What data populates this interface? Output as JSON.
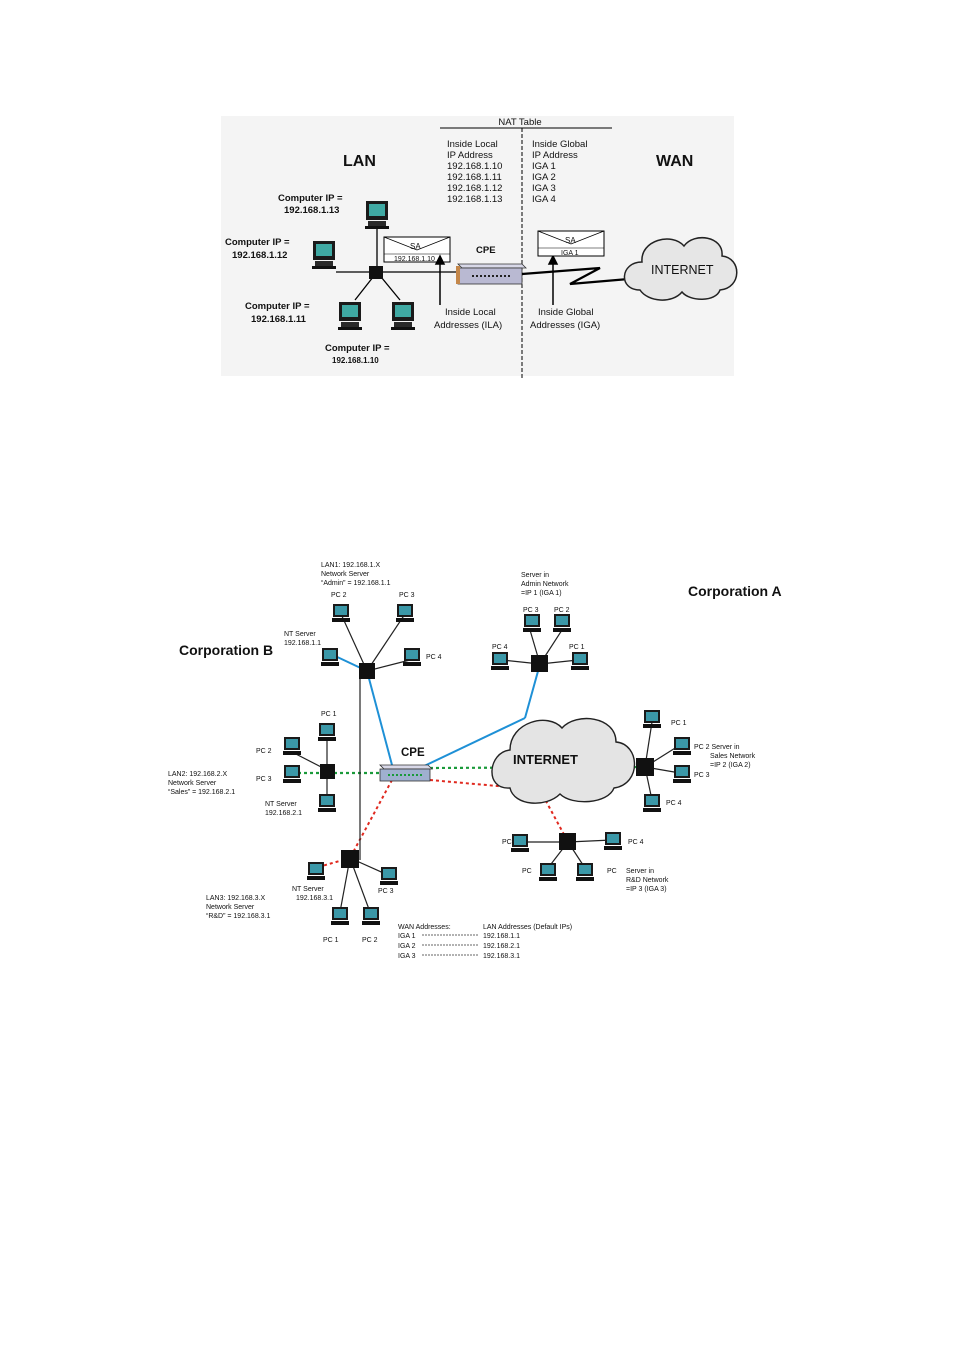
{
  "figure1": {
    "nat_table_title": "NAT Table",
    "lan_label": "LAN",
    "wan_label": "WAN",
    "ila_col": [
      "Inside Local",
      "IP Address",
      "192.168.1.10",
      "192.168.1.11",
      "192.168.1.12",
      "192.168.1.13"
    ],
    "iga_col": [
      "Inside Global",
      "IP Address",
      "IGA 1",
      "IGA 2",
      "IGA 3",
      "IGA 4"
    ],
    "computers": [
      {
        "label": "Computer IP =",
        "ip": "192.168.1.13"
      },
      {
        "label": "Computer IP =",
        "ip": "192.168.1.12"
      },
      {
        "label": "Computer IP =",
        "ip": "192.168.1.11"
      },
      {
        "label": "Computer IP =",
        "ip": "192.168.1.10"
      }
    ],
    "packet_left": {
      "sa": "SA",
      "addr": "192.168.1.10"
    },
    "packet_right": {
      "sa": "SA",
      "addr": "IGA 1"
    },
    "cpe_label": "CPE",
    "internet_label": "INTERNET",
    "ila_caption": [
      "Inside Local",
      "Addresses (ILA)"
    ],
    "iga_caption": [
      "Inside Global",
      "Addresses (IGA)"
    ]
  },
  "figure2": {
    "corp_a": "Corporation A",
    "corp_b": "Corporation B",
    "cpe_label": "CPE",
    "internet_label": "INTERNET",
    "lan1_text": [
      "LAN1: 192.168.1.X",
      "Network Server",
      "“Admin” = 192.168.1.1"
    ],
    "lan2_text": [
      "LAN2: 192.168.2.X",
      "Network Server",
      "“Sales” = 192.168.2.1"
    ],
    "lan3_text": [
      "LAN3: 192.168.3.X",
      "Network Server",
      "“R&D” = 192.168.3.1"
    ],
    "nt1": [
      "NT Server",
      "192.168.1.1"
    ],
    "nt2": [
      "NT Server",
      "192.168.2.1"
    ],
    "nt3": [
      "NT Server",
      "192.168.3.1"
    ],
    "admin_server": [
      "Server in",
      "Admin Network",
      "=IP 1 (IGA 1)"
    ],
    "sales_server": [
      "PC 2 Server in",
      "Sales Network",
      "=IP 2 (IGA 2)"
    ],
    "rd_server": [
      "Server in",
      "R&D Network",
      "=IP 3 (IGA 3)"
    ],
    "pc": {
      "pc1": "PC 1",
      "pc2": "PC 2",
      "pc3": "PC 3",
      "pc4": "PC 4",
      "pc": "PC"
    },
    "mapping_header": {
      "wan": "WAN Addresses:",
      "lan": "LAN Addresses (Default IPs)"
    },
    "mapping": [
      {
        "wan": "IGA 1",
        "lan": "192.168.1.1"
      },
      {
        "wan": "IGA 2",
        "lan": "192.168.2.1"
      },
      {
        "wan": "IGA 3",
        "lan": "192.168.3.1"
      }
    ],
    "link_colors": {
      "blue": "#1e90d6",
      "green": "#1a9a3a",
      "red": "#e0281e"
    }
  }
}
